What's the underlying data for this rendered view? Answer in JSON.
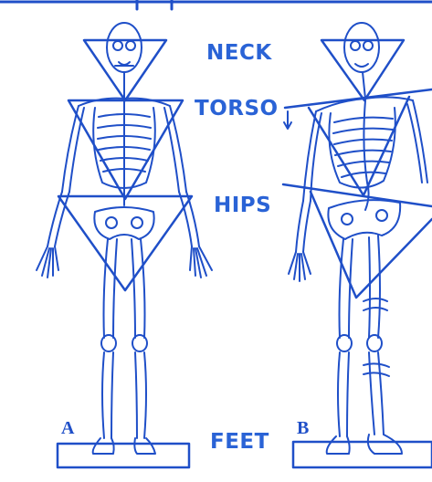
{
  "labels": {
    "neck": "NECK",
    "torso": "TORSO",
    "hips": "HIPS",
    "feet": "FEET"
  },
  "figures": {
    "a_label": "A",
    "b_label": "B"
  },
  "colors": {
    "ink": "#1f4fc8",
    "label": "#2a63d6",
    "paper": "#ffffff",
    "frame": "#2857c9"
  }
}
